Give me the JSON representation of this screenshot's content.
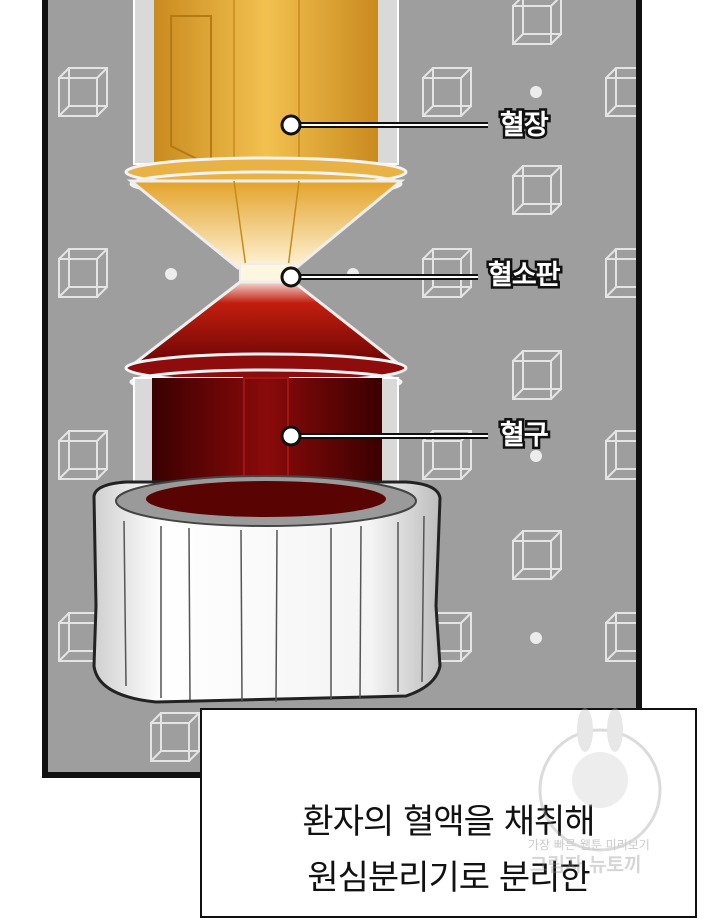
{
  "labels": {
    "plasma": "혈장",
    "buffy_coat": "혈소판",
    "red_cells": "혈구"
  },
  "caption": {
    "line1": "환자의 혈액을 채취해",
    "line2": "원심분리기로 분리한"
  },
  "watermark": {
    "line1": "가장 빠른 웹툰 미리보기",
    "line2": "그림자 뉴토끼"
  },
  "colors": {
    "panel_bg": "#9e9e9e",
    "plasma": "#e8a838",
    "red_cells": "#6a0606",
    "border": "#111111"
  },
  "icons": {
    "background": "cube-outline-icon",
    "marker": "dot-marker-icon"
  }
}
